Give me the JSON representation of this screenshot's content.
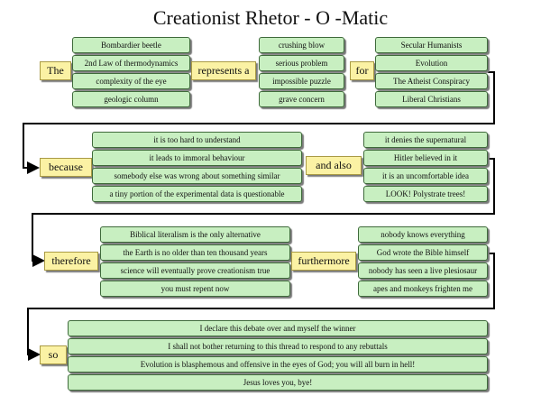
{
  "title": "Creationist Rhetor - O -Matic",
  "connectors": {
    "the": "The",
    "represents_a": "represents a",
    "for": "for",
    "because": "because",
    "and_also": "and also",
    "therefore": "therefore",
    "furthermore": "furthermore",
    "so": "so"
  },
  "subjects": [
    "Bombardier beetle",
    "2nd Law of thermodynamics",
    "complexity of the eye",
    "geologic column"
  ],
  "problems": [
    "crushing blow",
    "serious problem",
    "impossible puzzle",
    "grave concern"
  ],
  "targets": [
    "Secular Humanists",
    "Evolution",
    "The Atheist Conspiracy",
    "Liberal Christians"
  ],
  "reasons": [
    "it is too hard to understand",
    "it leads to immoral behaviour",
    "somebody else was wrong about something similar",
    "a tiny portion of the experimental data is questionable"
  ],
  "extra_reasons": [
    "it denies the supernatural",
    "Hitler believed in it",
    "it is an uncomfortable idea",
    "LOOK! Polystrate trees!"
  ],
  "conclusions": [
    "Biblical literalism is the only alternative",
    "the Earth is no older than ten thousand years",
    "science will eventually prove creationism true",
    "you must repent now"
  ],
  "further_points": [
    "nobody knows everything",
    "God wrote the Bible himself",
    "nobody has seen a live plesiosaur",
    "apes and monkeys frighten me"
  ],
  "endings": [
    "I declare this debate over and myself the winner",
    "I shall not bother returning to this thread to respond to any rebuttals",
    "Evolution is blasphemous and offensive in the eyes of God; you will all burn in hell!",
    "Jesus loves you, bye!"
  ]
}
